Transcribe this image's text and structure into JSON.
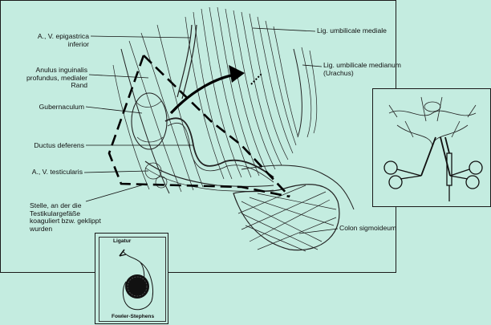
{
  "labels": {
    "epigastrica": "A., V. epigastrica\ninferior",
    "anulus": "Anulus inguinalis\nprofundus, medialer\nRand",
    "gubernaculum": "Gubernaculum",
    "ductus": "Ductus deferens",
    "testicularis": "A., V. testicularis",
    "stelle": "Stelle, an der die\nTestikulargefäße\nkoaguliert bzw. geklippt\nwurden",
    "umb_mediale": "Lig. umbilicale mediale",
    "umb_medianum": "Lig. umbilicale medianum\n(Urachus)",
    "colon": "Colon sigmoideum"
  },
  "inset_fowler": {
    "ligatur": "Ligatur",
    "caption": "Fowler-Stephens"
  }
}
